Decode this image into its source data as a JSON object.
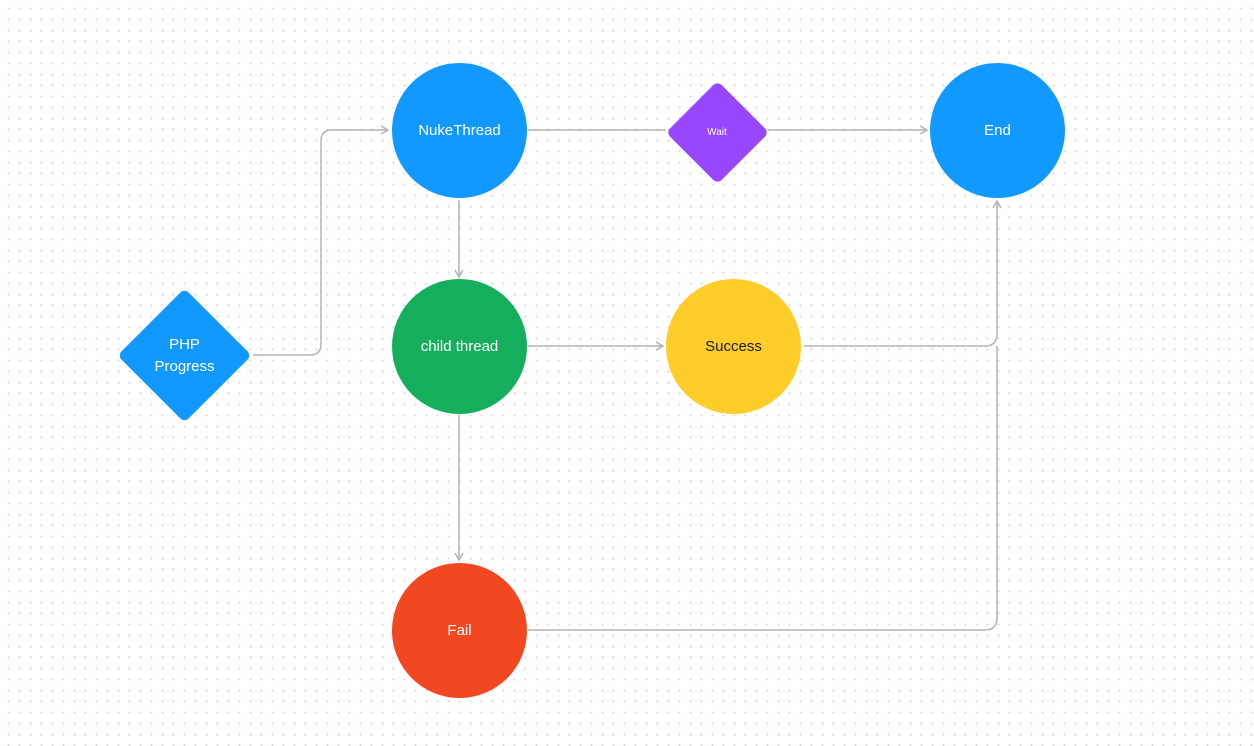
{
  "nodes": {
    "php_progress": {
      "label": "PHP\nProgress",
      "shape": "diamond",
      "color": "#1199FF"
    },
    "nuke_thread": {
      "label": "NukeThread",
      "shape": "circle",
      "color": "#1199FF"
    },
    "wait": {
      "label": "Wait",
      "shape": "diamond",
      "color": "#9747FF"
    },
    "end": {
      "label": "End",
      "shape": "circle",
      "color": "#1199FF"
    },
    "child_thread": {
      "label": "child thread",
      "shape": "circle",
      "color": "#14AE5C"
    },
    "success": {
      "label": "Success",
      "shape": "circle",
      "color": "#FFCD29"
    },
    "fail": {
      "label": "Fail",
      "shape": "circle",
      "color": "#F24822"
    }
  },
  "edges": [
    {
      "from": "PHP Progress",
      "to": "NukeThread"
    },
    {
      "from": "NukeThread",
      "to": "End",
      "via": "Wait"
    },
    {
      "from": "NukeThread",
      "to": "child thread"
    },
    {
      "from": "child thread",
      "to": "Success"
    },
    {
      "from": "child thread",
      "to": "Fail"
    },
    {
      "from": "Success",
      "to": "End"
    },
    {
      "from": "Fail",
      "to": "End"
    }
  ],
  "connector_color": "#B3B3B3"
}
